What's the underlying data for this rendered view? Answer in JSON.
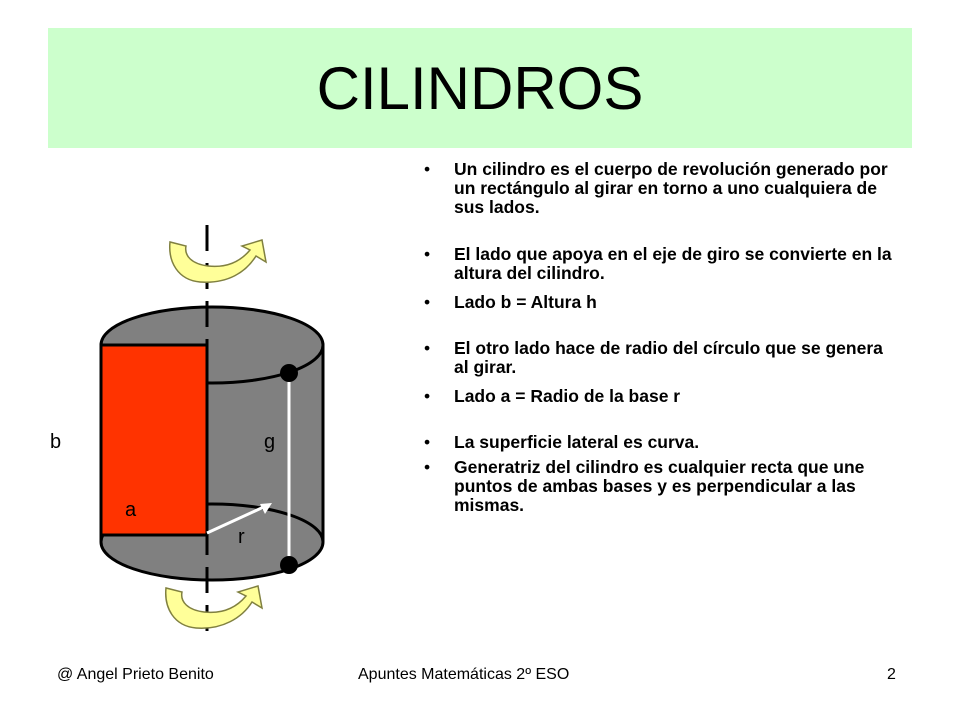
{
  "slide": {
    "title": "CILINDROS"
  },
  "bullets": [
    "Un cilindro es el cuerpo de revolución generado por un rectángulo al girar en torno a uno cualquiera de sus lados.",
    "El lado que apoya en el eje de giro se convierte en la altura del cilindro.",
    "Lado b = Altura h",
    "El otro lado hace de radio del círculo que se genera al girar.",
    "Lado a = Radio de la base r",
    "La superficie lateral es curva.",
    "Generatriz del cilindro es cualquier recta que une puntos de ambas bases y es perpendicular a las mismas."
  ],
  "figure": {
    "labels": {
      "b": "b",
      "g": "g",
      "a": "a",
      "r": "r"
    },
    "colors": {
      "cylinder_body": "#808080",
      "rectangle": "#ff3300",
      "rotation_arrow": "#ffff99"
    }
  },
  "footer": {
    "author": "@ Angel Prieto Benito",
    "course": "Apuntes Matemáticas 2º ESO",
    "page_number": "2"
  }
}
